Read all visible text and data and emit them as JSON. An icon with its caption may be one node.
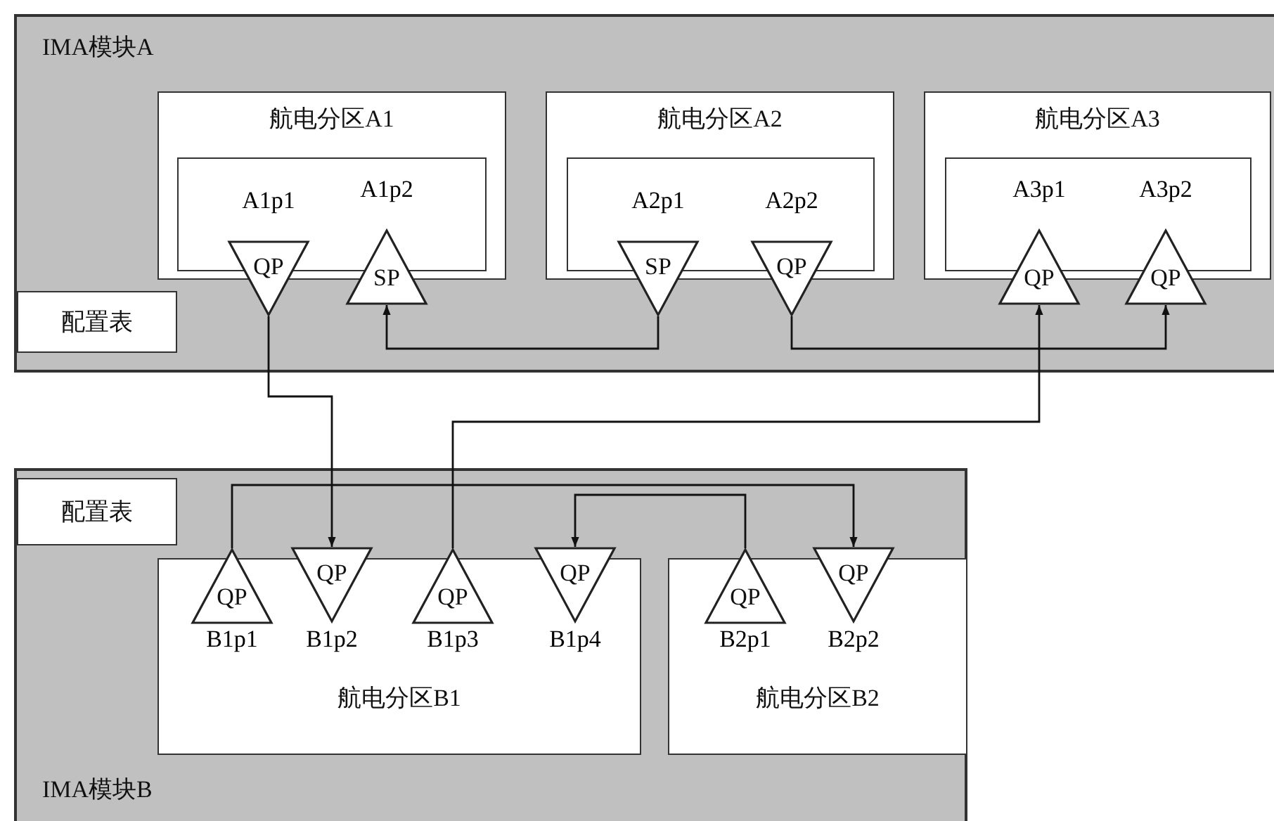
{
  "diagram": {
    "nodes": [
      {
        "text": [
          "IMA模块A"
        ]
      },
      {
        "text": [
          "航电分区A1"
        ],
        "in": 0
      },
      {
        "text": [],
        "shape": "box",
        "in": 1
      },
      {
        "text": [
          "QP"
        ],
        "in": 0
      },
      {
        "text": [
          "SP"
        ],
        "in": 0
      },
      {
        "text": [
          "航电分区A2"
        ],
        "in": 0
      },
      {
        "text": [],
        "shape": "box",
        "in": 5
      },
      {
        "text": [
          "SP"
        ],
        "in": 0
      },
      {
        "text": [
          "QP"
        ],
        "in": 0
      },
      {
        "text": [
          "航电分区A3"
        ],
        "in": 0
      },
      {
        "text": [],
        "shape": "box",
        "in": 9
      },
      {
        "text": [
          "QP"
        ],
        "in": 0
      },
      {
        "text": [
          "QP"
        ],
        "in": 0
      },
      {
        "text": [
          "配置表"
        ],
        "in": 0
      },
      {
        "text": [
          "IMA模块B"
        ]
      },
      {
        "text": [
          "配置表"
        ],
        "in": 14
      },
      {
        "text": [
          "航电分区B1"
        ],
        "in": 14
      },
      {
        "text": [
          "航电分区B2"
        ],
        "in": 14
      },
      {
        "text": [
          "QP"
        ],
        "in": 14
      },
      {
        "text": [
          "QP"
        ],
        "in": 14
      },
      {
        "text": [
          "QP"
        ],
        "in": 14
      },
      {
        "text": [
          "QP"
        ],
        "in": 14
      },
      {
        "text": [
          "QP"
        ],
        "in": 14
      },
      {
        "text": [
          "QP"
        ],
        "in": 14
      }
    ],
    "edges": [
      {
        "from": 7,
        "to": 4,
        "arrow": "to"
      },
      {
        "from": 8,
        "to": 12,
        "arrow": "to"
      },
      {
        "from": 3,
        "to": 19,
        "arrow": "to"
      },
      {
        "from": 20,
        "to": 11,
        "arrow": "to"
      },
      {
        "from": 18,
        "to": 23,
        "arrow": "to"
      },
      {
        "from": 22,
        "to": 21,
        "arrow": "to"
      }
    ],
    "labels": [
      "A1p1",
      "A1p2",
      "A2p1",
      "A2p2",
      "A3p1",
      "A3p2",
      "B1p1",
      "B1p2",
      "B1p3",
      "B1p4",
      "B2p1",
      "B2p2"
    ]
  }
}
